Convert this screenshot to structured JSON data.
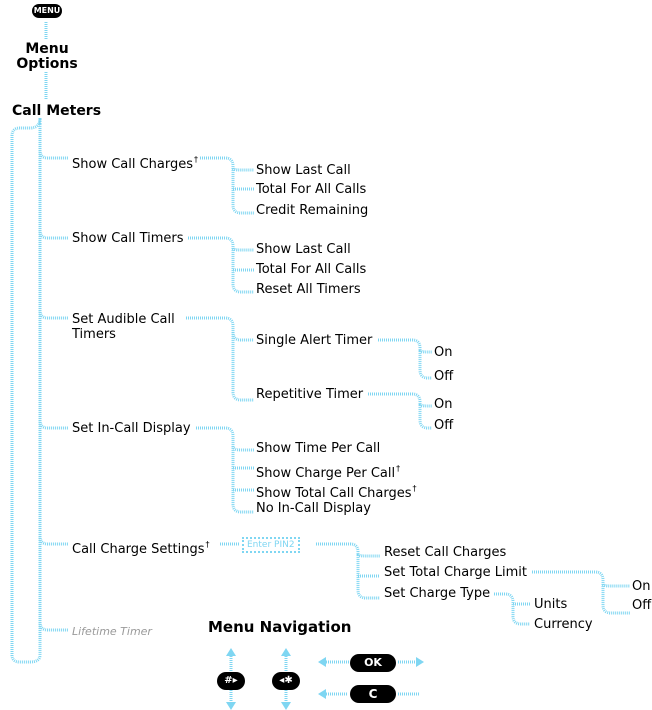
{
  "top": {
    "menu_key": "MENU",
    "menu_options": "Menu\nOptions",
    "section": "Call Meters"
  },
  "items": {
    "show_call_charges": "Show Call Charges",
    "show_call_timers": "Show Call Timers",
    "set_audible_call_timers": "Set Audible Call\nTimers",
    "set_in_call_display": "Set In-Call Display",
    "call_charge_settings": "Call Charge Settings",
    "lifetime_timer": "Lifetime Timer"
  },
  "dagger": "†",
  "pin_box": "Enter PIN2",
  "sub": {
    "charges": [
      "Show Last Call",
      "Total For All Calls",
      "Credit Remaining"
    ],
    "timers": [
      "Show Last Call",
      "Total For All Calls",
      "Reset All Timers"
    ],
    "audible": [
      "Single Alert Timer",
      "Repetitive Timer"
    ],
    "single_opts": [
      "On",
      "Off"
    ],
    "repetitive_opts": [
      "On",
      "Off"
    ],
    "incall": [
      "Show Time Per Call",
      "Show Charge Per Call",
      "Show Total Call Charges",
      "No In-Call Display"
    ],
    "charge_settings": [
      "Reset Call Charges",
      "Set Total Charge Limit",
      "Set Charge Type"
    ],
    "limit_opts": [
      "On",
      "Off"
    ],
    "type_opts": [
      "Units",
      "Currency"
    ]
  },
  "nav": {
    "title": "Menu Navigation",
    "hash_key": "#▸",
    "star_key": "◂✱",
    "ok_key": "OK",
    "c_key": "C"
  },
  "colors": {
    "wire": "#7fd6f2",
    "wire_fill": "#bfeaf8"
  }
}
